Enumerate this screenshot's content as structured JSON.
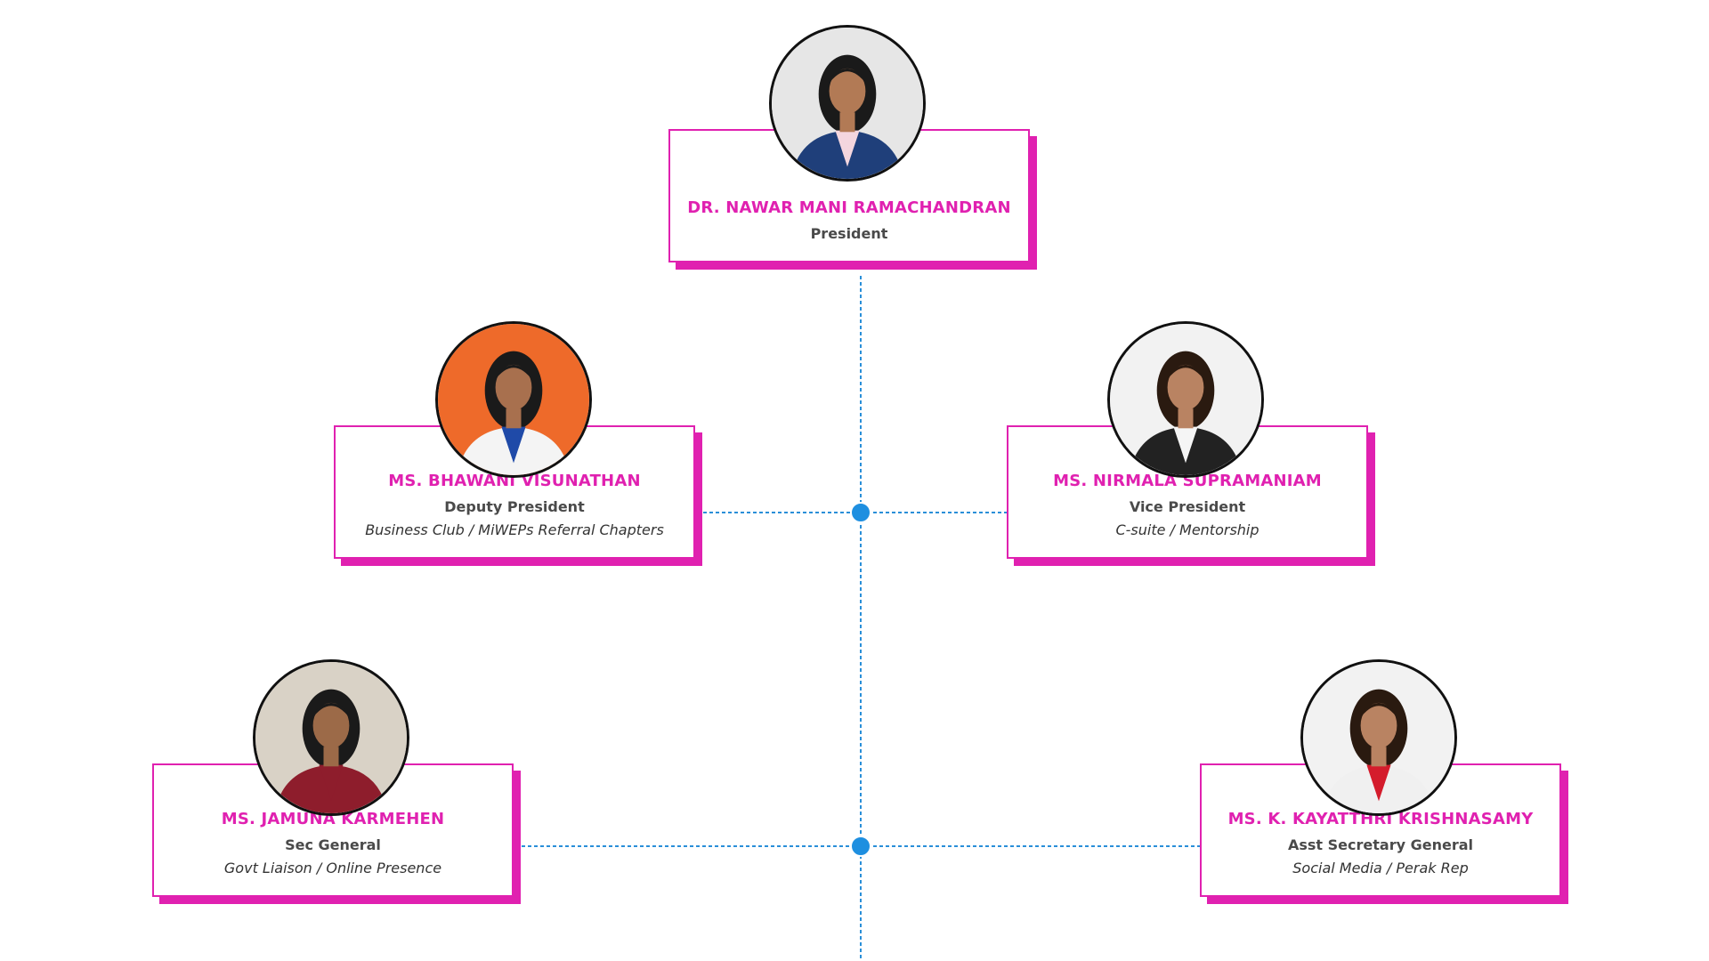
{
  "colors": {
    "accent": "#e021b0",
    "connector": "#2a8fd8",
    "node": "#1e8fe0"
  },
  "members": [
    {
      "name": "DR. NAWAR MANI RAMACHANDRAN",
      "role": "President",
      "duty": "",
      "photo": {
        "bg": "#e6e6e6",
        "hair": "#1a1a1a",
        "skin": "#b27a55",
        "top": "#1f3f7a",
        "inner": "#f4d6de"
      }
    },
    {
      "name": "MS. BHAWANI VISUNATHAN",
      "role": "Deputy President",
      "duty": "Business Club / MiWEPs Referral Chapters",
      "photo": {
        "bg": "#ee6a2a",
        "hair": "#1a1a1a",
        "skin": "#a8704e",
        "top": "#f4f4f4",
        "inner": "#1f4aa8"
      }
    },
    {
      "name": "MS. NIRMALA SUPRAMANIAM",
      "role": "Vice President",
      "duty": "C-suite / Mentorship",
      "photo": {
        "bg": "#f2f2f2",
        "hair": "#2a1a10",
        "skin": "#b98362",
        "top": "#222222",
        "inner": "#f5f5f5"
      }
    },
    {
      "name": "MS. JAMUNA KARMEHEN",
      "role": "Sec General",
      "duty": "Govt Liaison / Online Presence",
      "photo": {
        "bg": "#d9d2c6",
        "hair": "#1a1a1a",
        "skin": "#9c6a48",
        "top": "#8e1d2c",
        "inner": "#8e1d2c"
      }
    },
    {
      "name": "MS. K. KAYATTHRI KRISHNASAMY",
      "role": "Asst Secretary General",
      "duty": "Social Media / Perak Rep",
      "photo": {
        "bg": "#f2f2f2",
        "hair": "#2a1a10",
        "skin": "#b98362",
        "top": "#f0f0f0",
        "inner": "#d41c2c"
      }
    }
  ]
}
